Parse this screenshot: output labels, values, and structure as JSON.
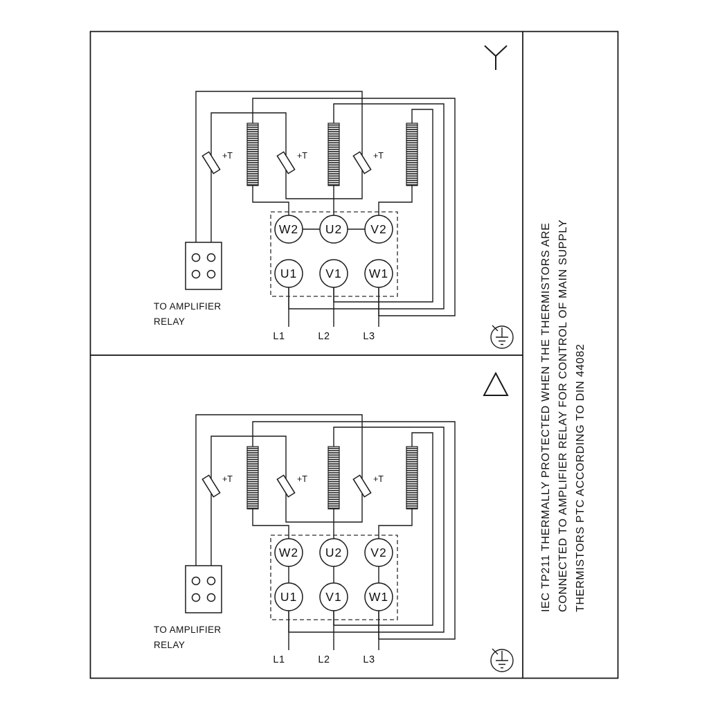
{
  "diagram": {
    "panels": [
      {
        "connection": "star",
        "terminals_top": [
          "W2",
          "U2",
          "V2"
        ],
        "terminals_bottom": [
          "U1",
          "V1",
          "W1"
        ],
        "supply_lines": [
          "L1",
          "L2",
          "L3"
        ],
        "thermistor_label": "+T",
        "relay_note_line1": "TO AMPLIFIER",
        "relay_note_line2": "RELAY"
      },
      {
        "connection": "delta",
        "terminals_top": [
          "W2",
          "U2",
          "V2"
        ],
        "terminals_bottom": [
          "U1",
          "V1",
          "W1"
        ],
        "supply_lines": [
          "L1",
          "L2",
          "L3"
        ],
        "thermistor_label": "+T",
        "relay_note_line1": "TO AMPLIFIER",
        "relay_note_line2": "RELAY"
      }
    ],
    "side_note_lines": [
      "IEC TP211 THERMALLY PROTECTED WHEN THE THERMISTORS ARE",
      "CONNECTED TO AMPLIFIER RELAY FOR CONTROL OF MAIN SUPPLY",
      "THERMISTORS PTC ACCORDING TO DIN 44082"
    ],
    "colors": {
      "line": "#1a1a1a",
      "background": "#ffffff"
    }
  }
}
